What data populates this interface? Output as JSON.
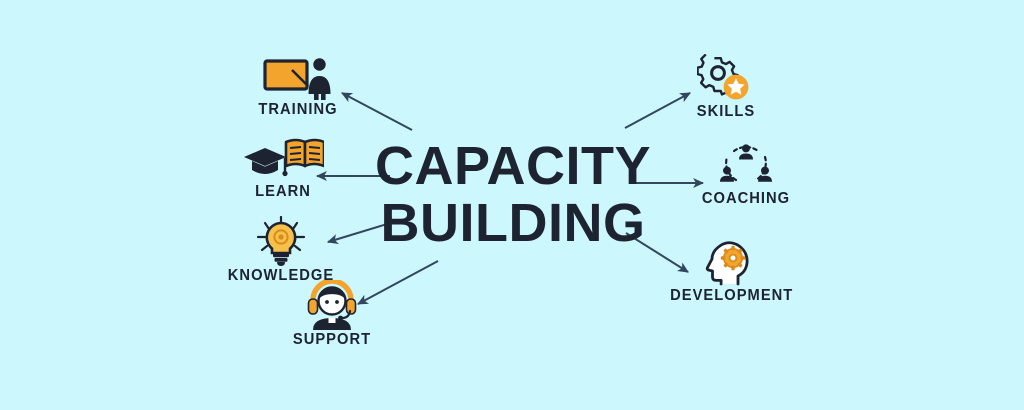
{
  "graphic": {
    "type": "concept-diagram",
    "background_color": "#CCF7FD",
    "accent_color": "#F2A42C",
    "ink_color": "#1D2330",
    "center": {
      "line1": "CAPACITY",
      "line2": "BUILDING"
    },
    "nodes": [
      {
        "id": "training",
        "label": "TRAINING",
        "icon": "presentation-board-icon",
        "side": "left",
        "arrow": "arrow-up-left"
      },
      {
        "id": "learn",
        "label": "LEARN",
        "icon": "graduation-cap-book-icon",
        "side": "left",
        "arrow": "arrow-left"
      },
      {
        "id": "knowledge",
        "label": "KNOWLEDGE",
        "icon": "lightbulb-icon",
        "side": "left",
        "arrow": "arrow-down-left"
      },
      {
        "id": "support",
        "label": "SUPPORT",
        "icon": "headset-person-icon",
        "side": "left",
        "arrow": "arrow-down-left"
      },
      {
        "id": "skills",
        "label": "SKILLS",
        "icon": "gear-star-icon",
        "side": "right",
        "arrow": "arrow-up-right"
      },
      {
        "id": "coaching",
        "label": "COACHING",
        "icon": "three-people-circle-icon",
        "side": "right",
        "arrow": "arrow-right"
      },
      {
        "id": "development",
        "label": "DEVELOPMENT",
        "icon": "head-gear-icon",
        "side": "right",
        "arrow": "arrow-down-right"
      }
    ]
  }
}
